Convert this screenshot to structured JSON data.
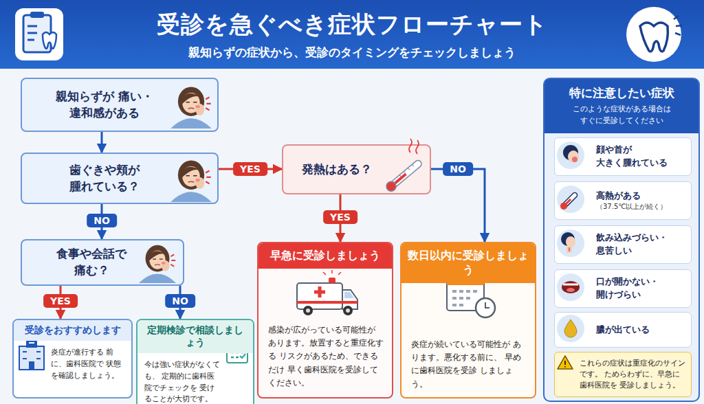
{
  "diagram": {
    "title": "受診を急ぐべき症状フローチャート",
    "nodes": [
      {
        "text": [
          "親知らずが 痛い・違和感がある"
        ]
      },
      {
        "text": [
          "歯ぐきや頬が 腫れている？"
        ]
      },
      {
        "text": [
          "食事や会話で 痛む？"
        ]
      },
      {
        "text": [
          "発熱はある？"
        ]
      },
      {
        "text": [
          "受診をおすすめします",
          "炎症が進行する 前に、歯科医院で 状態を確認しましょう。"
        ]
      },
      {
        "text": [
          "定期検診で相談しましょう",
          "今は強い症状がなくても、 定期的に歯科医院でチェックを 受けることが大切です。"
        ]
      },
      {
        "text": [
          "早急に受診しましょう",
          "感染が広がっている可能性が あります。放置すると重症化する リスクがあるため、できるだけ 早く歯科医院を受診してください。"
        ]
      },
      {
        "text": [
          "数日以内に受診しましょう",
          "炎症が続いている可能性が あります。悪化する前に、 早めに歯科医院を受診 しましょう。"
        ]
      },
      {
        "text": [
          "特に注意したい症状",
          "このような症状がある場合は すぐに受診してください"
        ]
      },
      {
        "text": [
          "顔や首が 大きく腫れている"
        ],
        "in": 8
      },
      {
        "text": [
          "高熱がある",
          "（37.5℃以上が続く）"
        ],
        "in": 8
      },
      {
        "text": [
          "飲み込みづらい・ 息苦しい"
        ],
        "in": 8
      },
      {
        "text": [
          "口が開かない・ 開けづらい"
        ],
        "in": 8
      },
      {
        "text": [
          "膿が出ている"
        ],
        "in": 8
      },
      {
        "text": [
          "これらの症状は重症化のサインです。 ためらわずに、早急に歯科医院を 受診しましょう。"
        ],
        "in": 8
      }
    ],
    "edges": [
      {
        "from": 0,
        "to": 1,
        "arrow": "to"
      },
      {
        "from": 1,
        "to": 3,
        "label": "YES",
        "arrow": "to"
      },
      {
        "from": 1,
        "to": 2,
        "label": "NO",
        "arrow": "to"
      },
      {
        "from": 3,
        "to": 6,
        "label": "YES",
        "arrow": "to"
      },
      {
        "from": 3,
        "to": 7,
        "label": "NO",
        "arrow": "to"
      },
      {
        "from": 2,
        "to": 4,
        "label": "YES",
        "arrow": "to"
      },
      {
        "from": 2,
        "to": 5,
        "label": "NO",
        "arrow": "to"
      }
    ],
    "labels": [
      "親知らずの症状から、受診のタイミングをチェックしましょう"
    ]
  }
}
